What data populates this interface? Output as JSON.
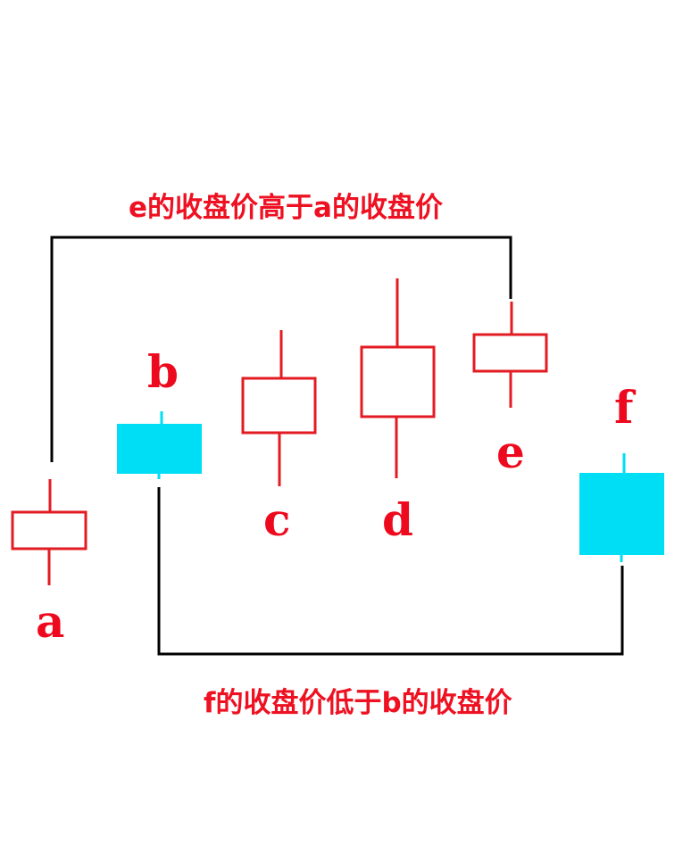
{
  "captions": {
    "top": "e的收盘价高于a的收盘价",
    "bottom": "f的收盘价低于b的收盘价"
  },
  "colors": {
    "bullish_outline": "#e31b23",
    "bearish_fill": "#00def5",
    "label": "#ee0a1e",
    "bracket": "#000000"
  },
  "candles": [
    {
      "label": "a",
      "type": "bullish-hollow"
    },
    {
      "label": "b",
      "type": "bearish-filled"
    },
    {
      "label": "c",
      "type": "bullish-hollow"
    },
    {
      "label": "d",
      "type": "bullish-hollow"
    },
    {
      "label": "e",
      "type": "bullish-hollow"
    },
    {
      "label": "f",
      "type": "bearish-filled"
    }
  ],
  "brackets": [
    {
      "from": "a",
      "to": "e",
      "position": "top"
    },
    {
      "from": "b",
      "to": "f",
      "position": "bottom"
    }
  ]
}
